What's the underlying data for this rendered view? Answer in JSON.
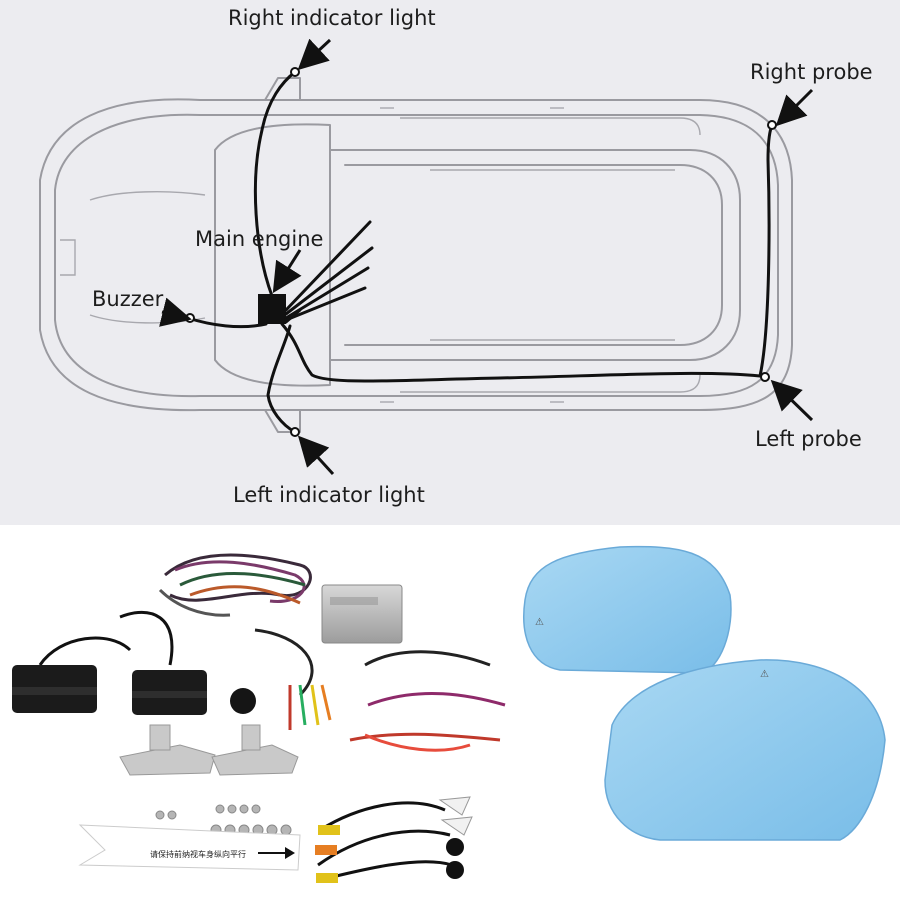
{
  "diagram": {
    "labels": {
      "right_indicator": "Right indicator light",
      "right_probe": "Right probe",
      "main_engine": "Main engine",
      "buzzer": "Buzzer",
      "left_probe": "Left probe",
      "left_indicator": "Left indicator light"
    }
  },
  "product_kit": {
    "control_box_label": "",
    "arrow_card_text": "请保持前纳视车身纵向平行"
  },
  "colors": {
    "diagram_background": "#ececf0",
    "car_outline": "#9a9aa0",
    "wire": "#111111",
    "mirror_glass": "#8ec8ec",
    "product_background": "#ffffff"
  }
}
